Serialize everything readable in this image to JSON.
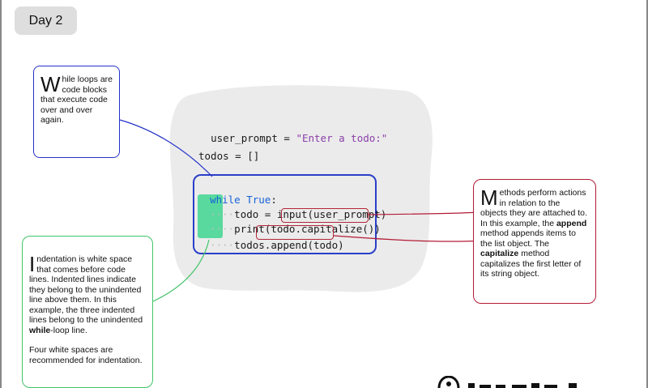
{
  "day_label": "Day 2",
  "code": {
    "line1_var": "user_prompt",
    "line1_op": " = ",
    "line1_str": "\"Enter a todo:\"",
    "line2": "todos = []",
    "line3_kw": "while",
    "line3_val": " True",
    "line3_colon": ":",
    "indent": "····",
    "line4_a": "todo = ",
    "line4_fn": "input",
    "line4_b": "(user_prompt)",
    "line5_fn": "print",
    "line5_a": "(todo",
    "line5_hl": ".capitalize()",
    "line5_b": ")",
    "line6_a": "todos.",
    "line6_hl": "append(todo)"
  },
  "notes": {
    "while_loops": {
      "initial": "W",
      "text": "hile loops are code blocks that execute code over and over again."
    },
    "methods": {
      "initial": "M",
      "text1": "ethods perform actions in relation to the objects they are attached to. In this example, the ",
      "bold1": "append",
      "text2": " method appends items to the list object. The ",
      "bold2": "capitalize",
      "text3": " method capitalizes the first letter of its string object."
    },
    "indentation": {
      "initial": "I",
      "text1": "ndentation is white space that comes before code lines. Indented lines indicate they belong to the unindented line above them. In this example, the three indented lines belong to the unindented ",
      "bold": "while",
      "text2": "-loop line.",
      "text3": "Four white spaces are recommended for indentation."
    }
  },
  "colors": {
    "blue": "#2432c9",
    "red": "#b31b37",
    "green": "#42c46a",
    "highlight": "#59d99e",
    "blob": "#ebebeb"
  }
}
